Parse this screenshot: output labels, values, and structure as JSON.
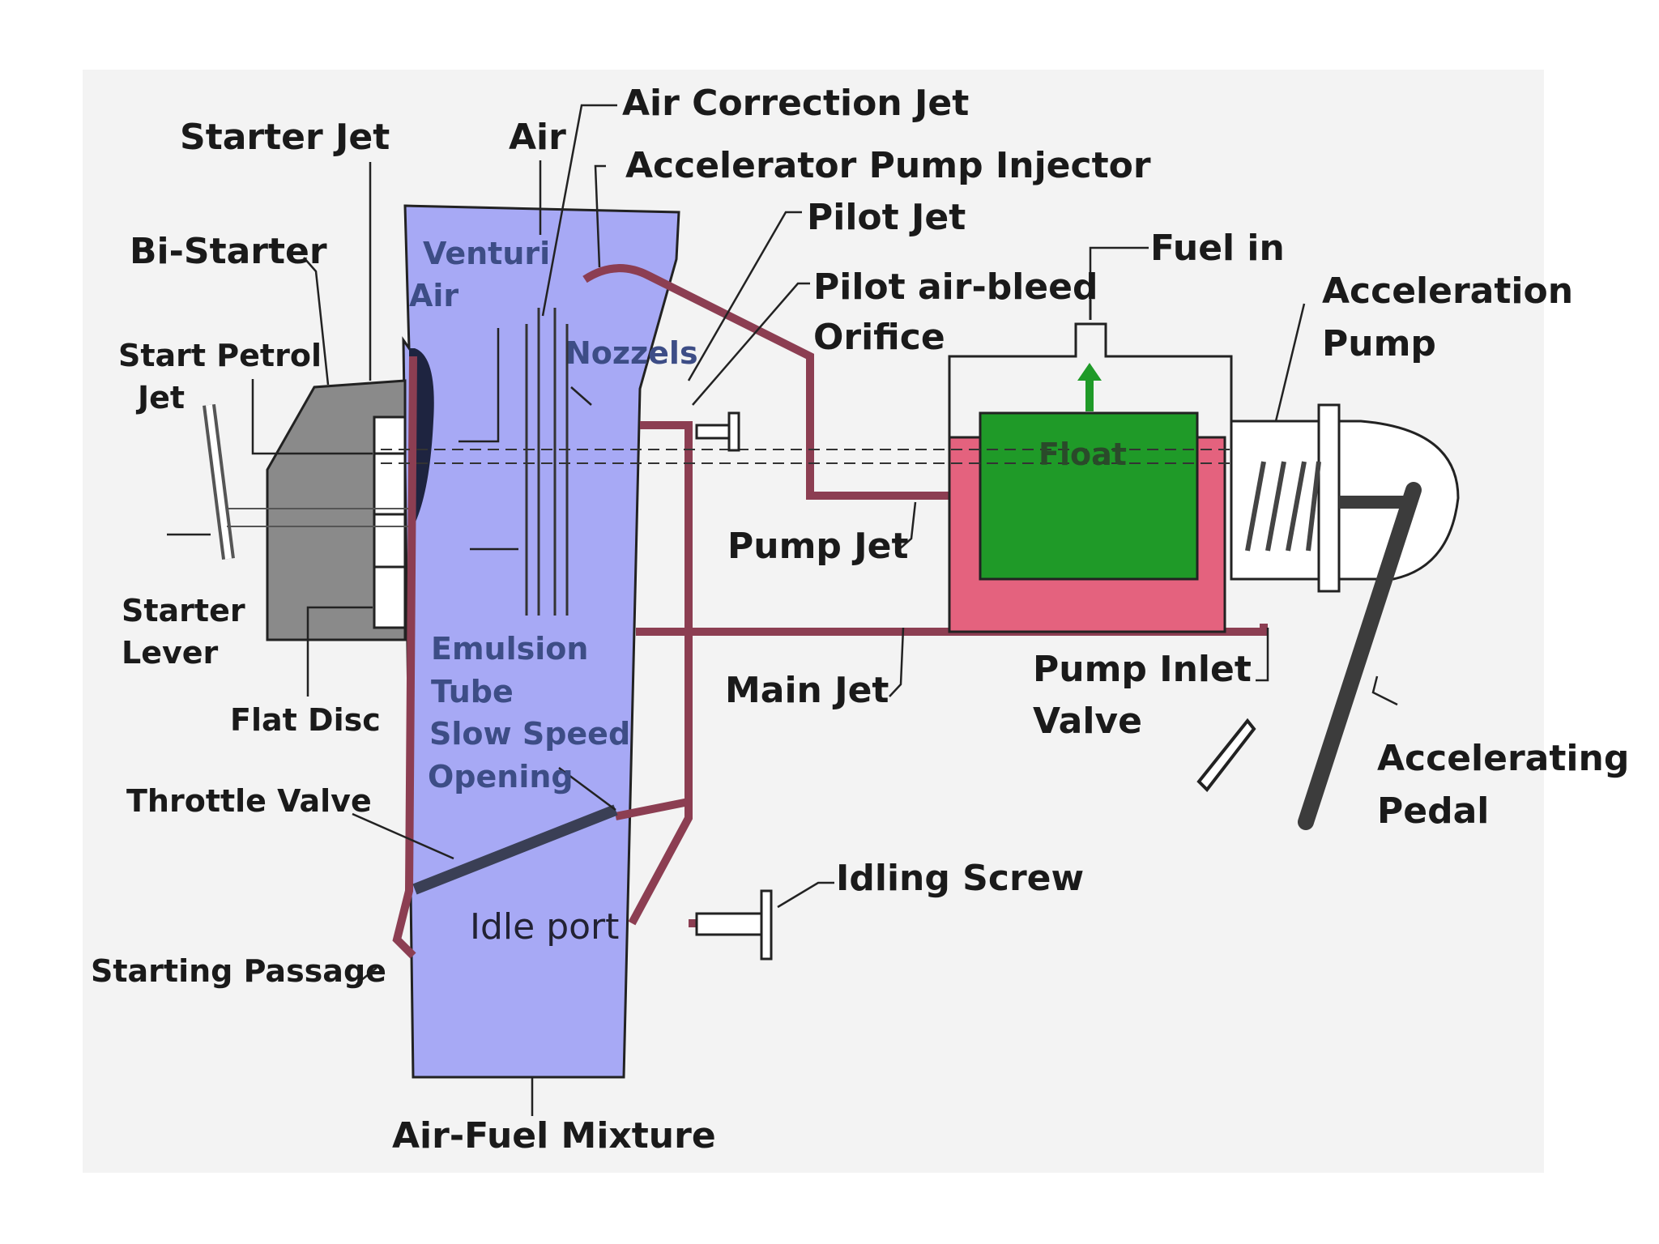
{
  "diagram": {
    "labels": {
      "starter_jet": "Starter Jet",
      "air": "Air",
      "air_correction_jet": "Air Correction Jet",
      "accelerator_pump_injector": "Accelerator Pump Injector",
      "pilot_jet": "Pilot Jet",
      "bi_starter": "Bi-Starter",
      "venturi": "Venturi",
      "air_inner": "Air",
      "pilot_air_bleed_line1": "Pilot air-bleed",
      "pilot_air_bleed_line2": "Orifice",
      "fuel_in": "Fuel in",
      "acceleration_pump_line1": "Acceleration",
      "acceleration_pump_line2": "Pump",
      "start_petrol_jet_line1": "Start Petrol",
      "start_petrol_jet_line2": "Jet",
      "nozzels": "Nozzels",
      "float": "Float",
      "pump_jet": "Pump Jet",
      "starter_lever_line1": "Starter",
      "starter_lever_line2": "Lever",
      "emulsion_tube_line1": "Emulsion",
      "emulsion_tube_line2": "Tube",
      "slow_speed_line1": "Slow Speed",
      "slow_speed_line2": "Opening",
      "main_jet": "Main Jet",
      "pump_inlet_valve_line1": "Pump Inlet",
      "pump_inlet_valve_line2": "Valve",
      "flat_disc": "Flat Disc",
      "accelerating_pedal_line1": "Accelerating",
      "accelerating_pedal_line2": "Pedal",
      "throttle_valve": "Throttle Valve",
      "idling_screw": "Idling Screw",
      "idle_port": "Idle port",
      "starting_passage": "Starting Passage",
      "air_fuel_mixture": "Air-Fuel Mixture"
    },
    "colors": {
      "air_passage": "#a7a9f5",
      "fuel": "#e4627e",
      "fuel_line": "#8c3e52",
      "float": "#1f9a28",
      "starter_body": "#8a8a8a",
      "pedal": "#3c3c3c"
    }
  }
}
